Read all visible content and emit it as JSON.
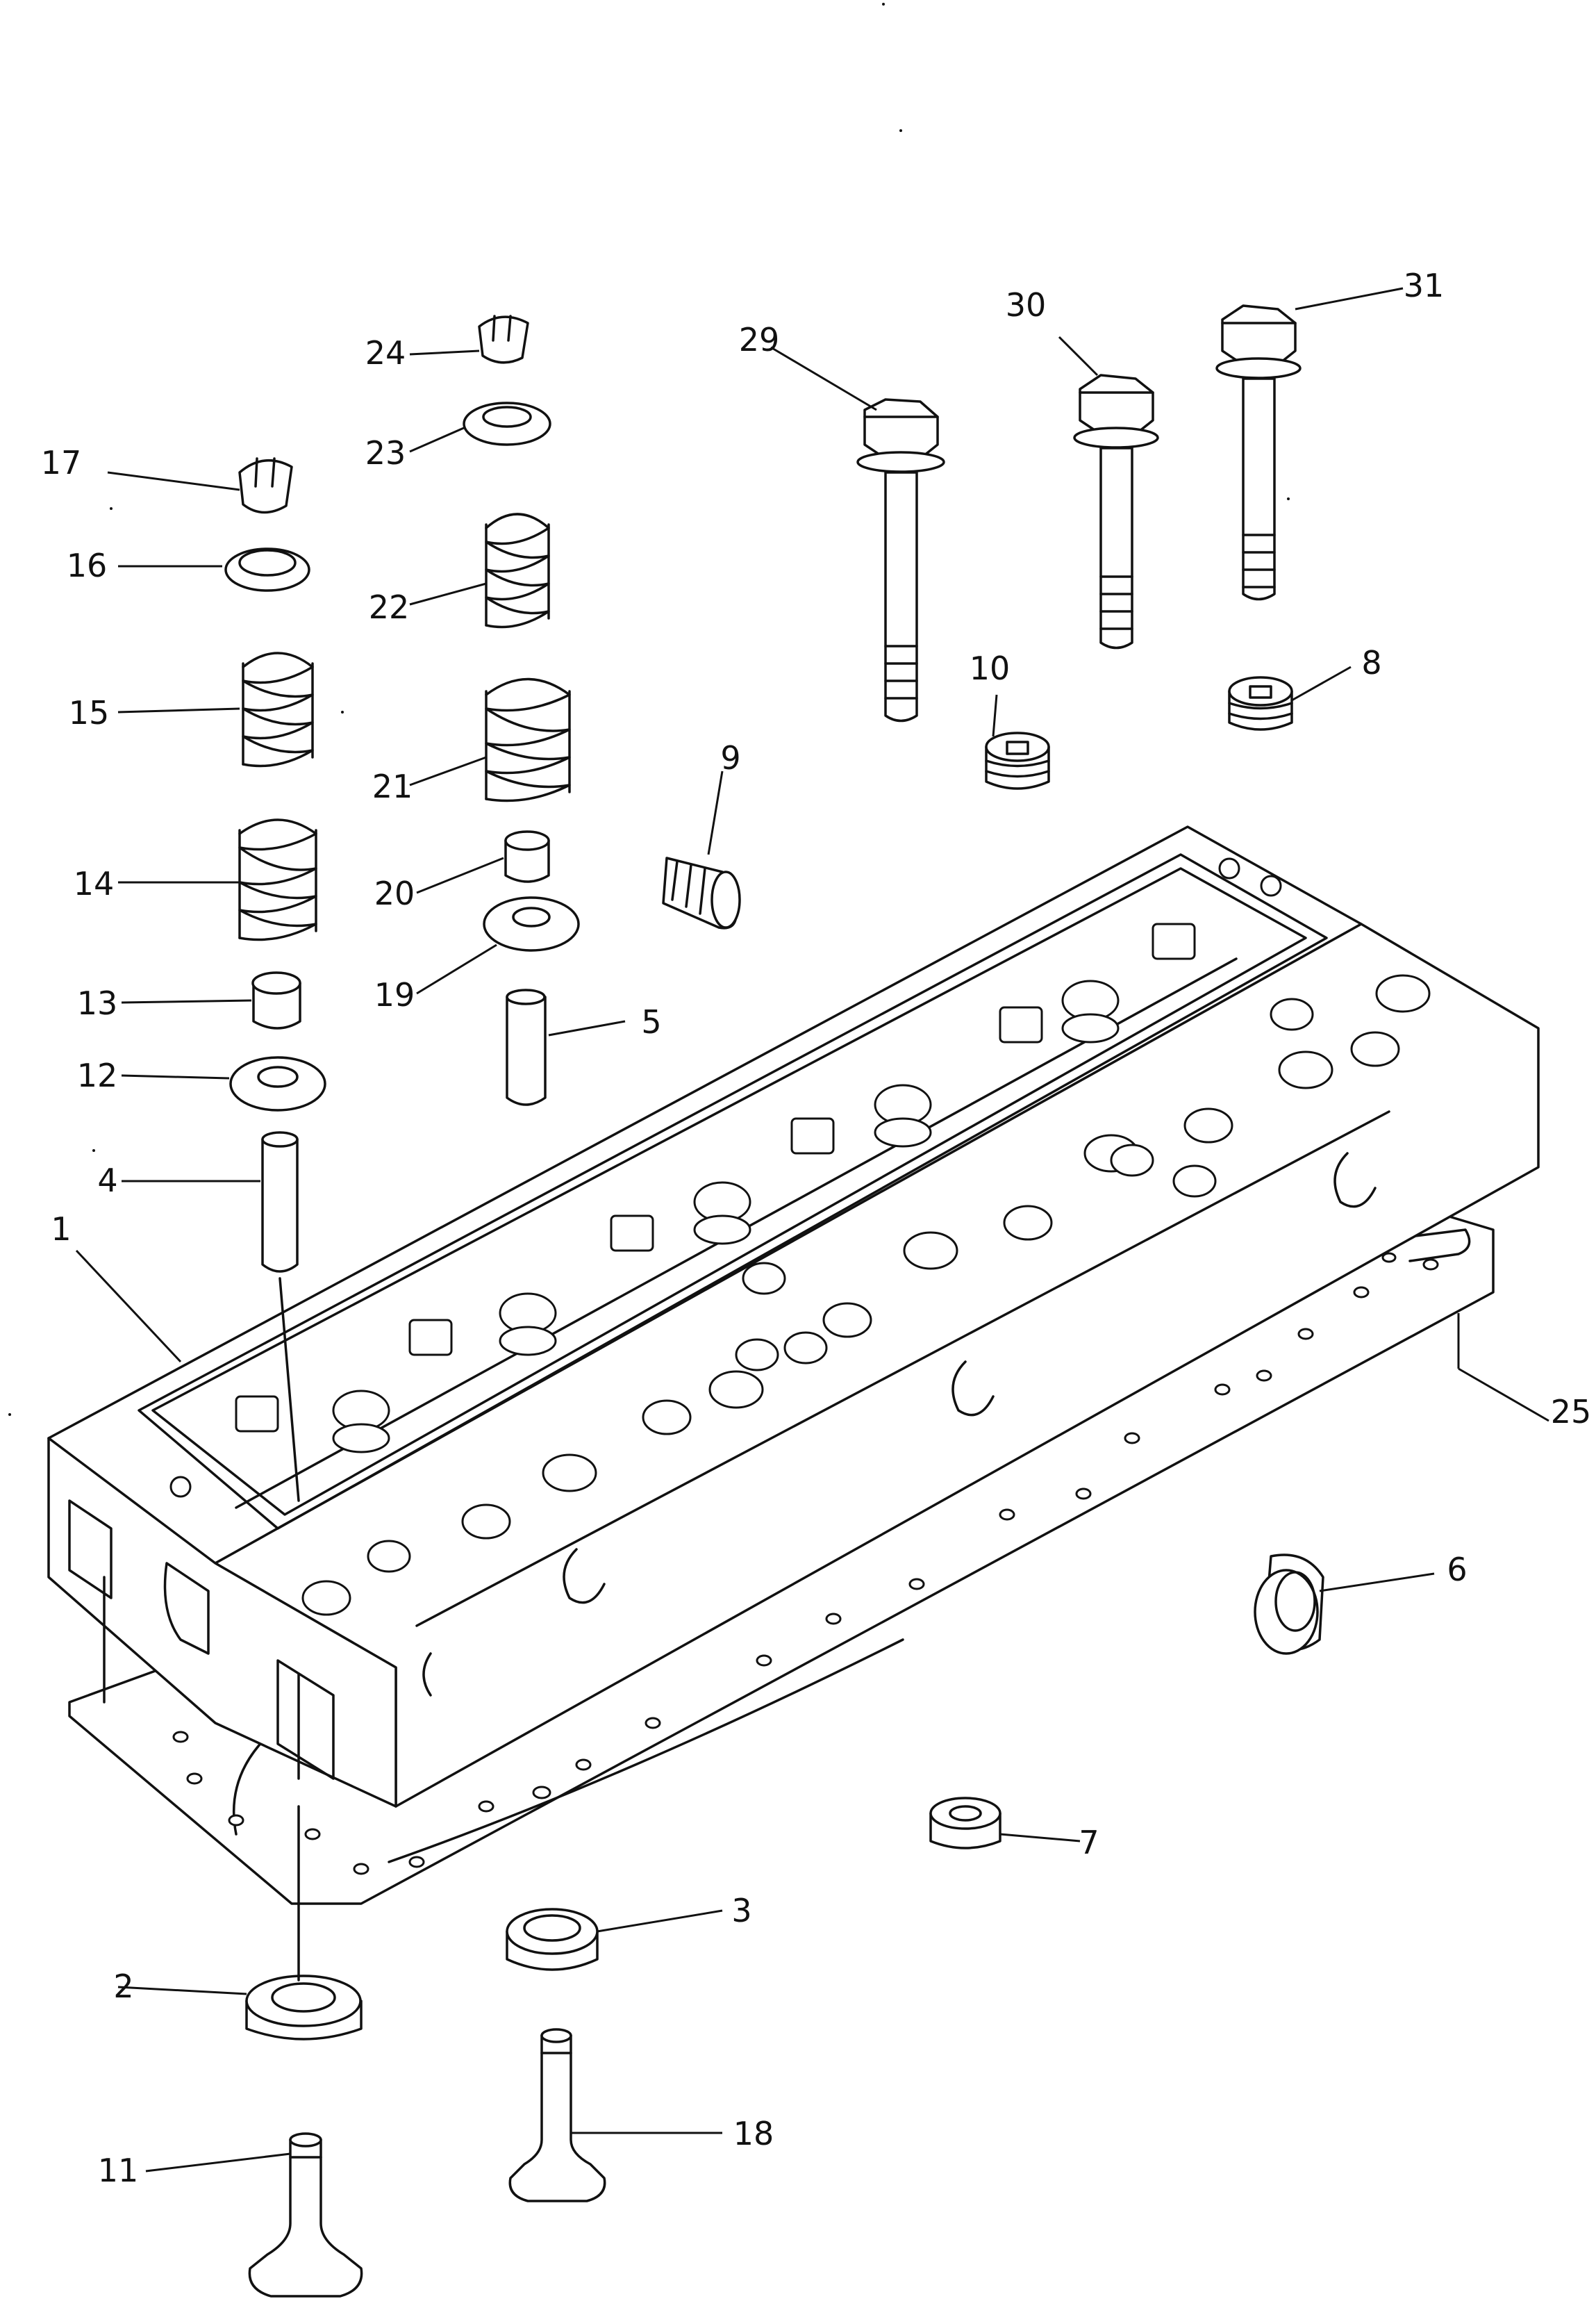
{
  "diagram": {
    "parts": [
      {
        "id": "p1",
        "label": "1"
      },
      {
        "id": "p2",
        "label": "2"
      },
      {
        "id": "p3",
        "label": "3"
      },
      {
        "id": "p4",
        "label": "4"
      },
      {
        "id": "p5",
        "label": "5"
      },
      {
        "id": "p6",
        "label": "6"
      },
      {
        "id": "p7",
        "label": "7"
      },
      {
        "id": "p8",
        "label": "8"
      },
      {
        "id": "p9",
        "label": "9"
      },
      {
        "id": "p10",
        "label": "10"
      },
      {
        "id": "p11",
        "label": "11"
      },
      {
        "id": "p12",
        "label": "12"
      },
      {
        "id": "p13",
        "label": "13"
      },
      {
        "id": "p14",
        "label": "14"
      },
      {
        "id": "p15",
        "label": "15"
      },
      {
        "id": "p16",
        "label": "16"
      },
      {
        "id": "p17",
        "label": "17"
      },
      {
        "id": "p18",
        "label": "18"
      },
      {
        "id": "p19",
        "label": "19"
      },
      {
        "id": "p20",
        "label": "20"
      },
      {
        "id": "p21",
        "label": "21"
      },
      {
        "id": "p22",
        "label": "22"
      },
      {
        "id": "p23",
        "label": "23"
      },
      {
        "id": "p24",
        "label": "24"
      },
      {
        "id": "p25",
        "label": "25"
      },
      {
        "id": "p29",
        "label": "29"
      },
      {
        "id": "p30",
        "label": "30"
      },
      {
        "id": "p31",
        "label": "31"
      }
    ]
  }
}
